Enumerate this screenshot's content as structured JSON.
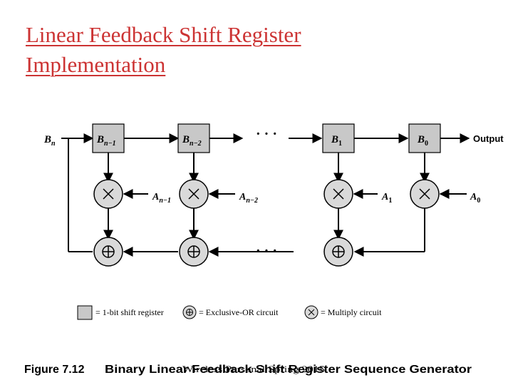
{
  "slide": {
    "title_line1": "Linear Feedback Shift Register",
    "title_line2": "Implementation",
    "footer": "Wireless Personal Spring 2015"
  },
  "diagram": {
    "input_label": {
      "base": "B",
      "sub": "n"
    },
    "registers": [
      {
        "base": "B",
        "sub": "n−1"
      },
      {
        "base": "B",
        "sub": "n−2"
      },
      {
        "base": "B",
        "sub": "1"
      },
      {
        "base": "B",
        "sub": "0"
      }
    ],
    "coefficients": [
      {
        "base": "A",
        "sub": "n−1"
      },
      {
        "base": "A",
        "sub": "n−2"
      },
      {
        "base": "A",
        "sub": "1"
      },
      {
        "base": "A",
        "sub": "0"
      }
    ],
    "output_label": "Output",
    "ellipsis": "· · ·",
    "legend": {
      "shift_register": "= 1-bit shift register",
      "xor": "= Exclusive-OR circuit",
      "multiply": "= Multiply circuit"
    },
    "caption_number": "Figure 7.12",
    "caption_text": "Binary Linear Feedback Shift Register Sequence Generator",
    "colors": {
      "box_fill": "#c8c8c8",
      "circle_fill": "#d9d9d9",
      "title": "#cc3333"
    }
  }
}
